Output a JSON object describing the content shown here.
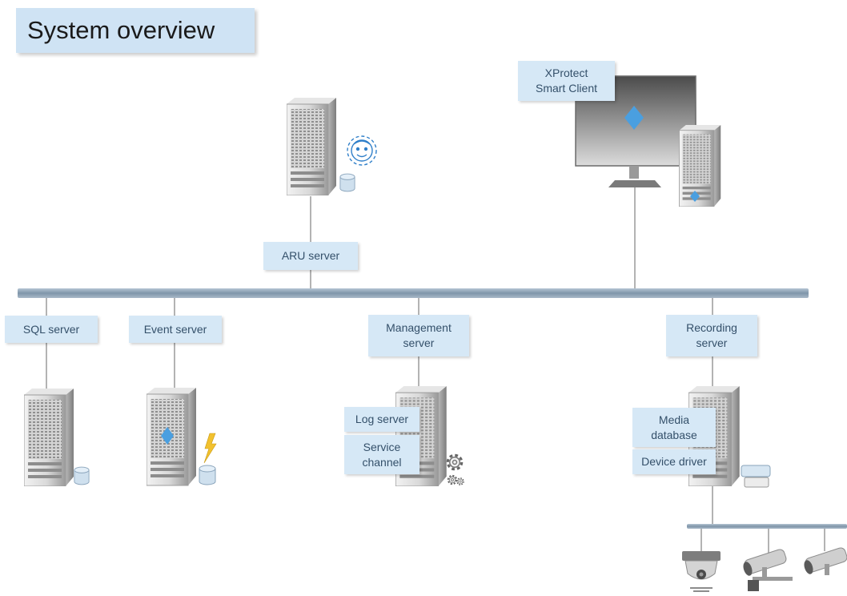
{
  "title": "System overview",
  "nodes": {
    "xprotect_client": "XProtect\nSmart Client",
    "aru_server": "ARU server",
    "sql_server": "SQL server",
    "event_server": "Event server",
    "management_server": "Management\nserver",
    "recording_server": "Recording\nserver",
    "log_server": "Log server",
    "service_channel": "Service\nchannel",
    "media_database": "Media\ndatabase",
    "device_driver": "Device driver"
  },
  "colors": {
    "label_bg": "#d6e8f6",
    "label_text": "#34506a",
    "bus": "#8ea4b8",
    "accent_diamond": "#4a9fe0"
  },
  "icons": [
    "server-icon",
    "database-icon",
    "face-recognition-icon",
    "lightning-icon",
    "gears-icon",
    "monitor-icon",
    "dome-camera-icon",
    "bullet-camera-icon"
  ]
}
